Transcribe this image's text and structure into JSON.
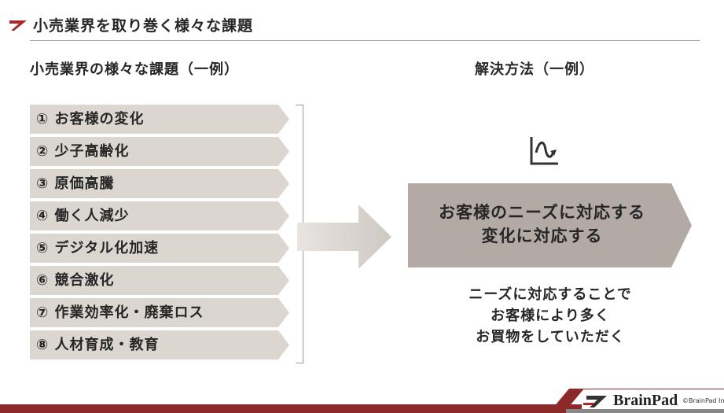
{
  "title": "小売業界を取り巻く様々な課題",
  "left_heading": "小売業界の様々な課題（一例）",
  "right_heading": "解決方法（一例）",
  "issues": [
    "① お客様の変化",
    "② 少子高齢化",
    "③ 原価高騰",
    "④ 働く人減少",
    "⑤ デジタル化加速",
    "⑥ 競合激化",
    "⑦ 作業効率化・廃棄ロス",
    "⑧ 人材育成・教育"
  ],
  "solution": {
    "line1": "お客様のニーズに対応する",
    "line2": "変化に対応する"
  },
  "benefit": {
    "line1": "ニーズに対応することで",
    "line2": "お客様により多く",
    "line3": "お買物をしていただく"
  },
  "footer": {
    "brand": "BrainPad",
    "copyright": "©BrainPad Inc."
  },
  "colors": {
    "accent": "#8c2a2a",
    "item_bg": "#dcd6d1",
    "solution_bg": "#b3aaa5"
  }
}
